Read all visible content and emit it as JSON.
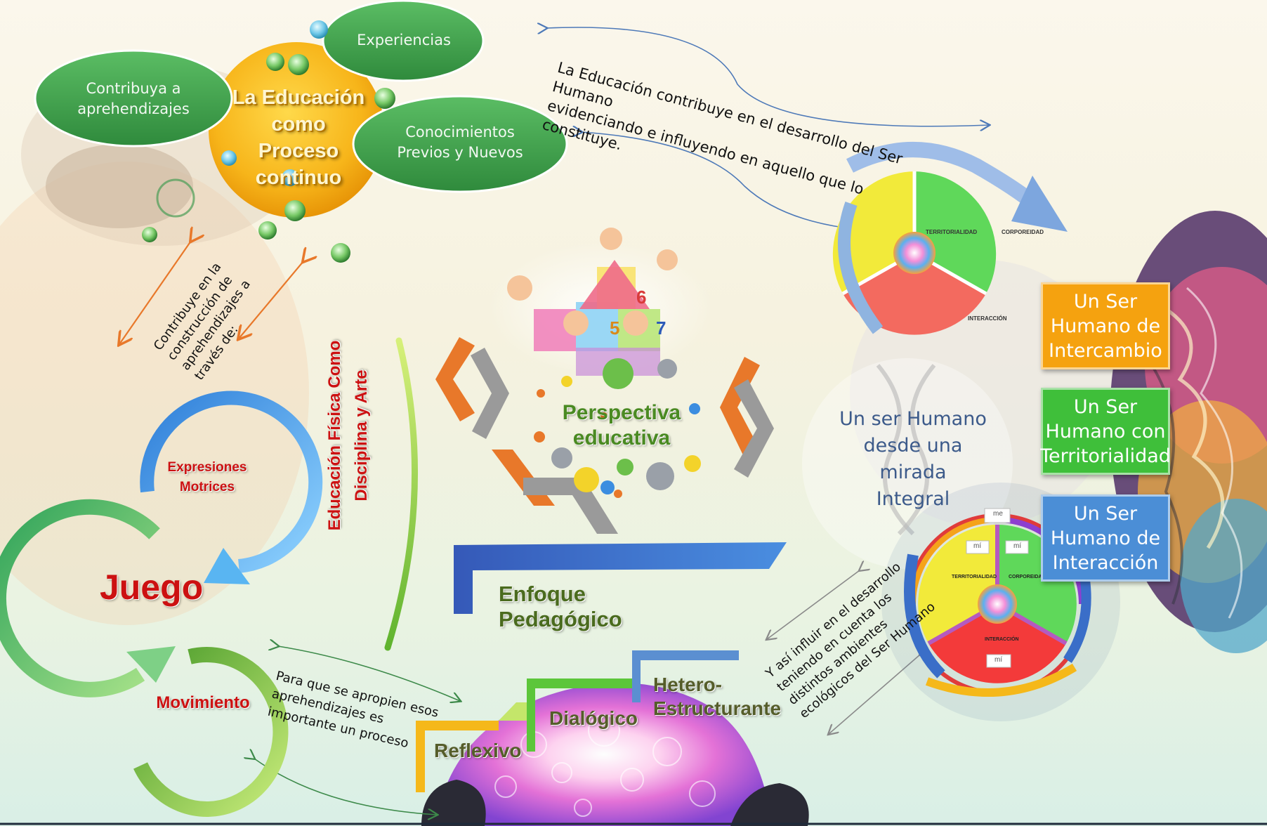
{
  "top_cluster": {
    "center": "La Educación\ncomo\nProceso\ncontinuo",
    "oval_experiencias": "Experiencias",
    "oval_contribuya": "Contribuya a\naprehendizajes",
    "oval_conocimientos": "Conocimientos\nPrevios y Nuevos"
  },
  "top_caption": "La Educación contribuye en el desarrollo del Ser Humano\nevidenciando e influyendo en aquello que lo constituye.",
  "left_caption": "Contribuye en la\nconstrucción de\naprehendizajes a\ntravés de:",
  "vertical_title": "Educación Física Como\nDisciplina y Arte",
  "cycle": {
    "expresiones": "Expresiones\nMotrices",
    "juego": "Juego",
    "movimiento": "Movimiento"
  },
  "bottom_caption": "Para que se apropien esos\naprehendizajes es\nimportante un proceso",
  "center": {
    "perspectiva": "Perspectiva\neducativa",
    "enfoque": "Enfoque Pedagógico",
    "block_numbers": [
      "6",
      "5",
      "7"
    ]
  },
  "steps": [
    "Reflexivo",
    "Dialógico",
    "Hetero-\nEstructurante"
  ],
  "right_caption": "Y así influir en el desarrollo\nteniendo en cuenta los\ndistintos ambientes\necológicos del Ser Humano",
  "integral_text": "Un ser Humano\ndesde una mirada\nIntegral",
  "wheel_top": {
    "segments": [
      "TERRITORIALIDAD",
      "CORPOREIDAD",
      "INTERACCIÓN"
    ]
  },
  "wheel_bottom": {
    "segments": [
      "TERRITORIALIDAD",
      "CORPOREIDAD",
      "INTERACCIÓN"
    ],
    "tags": [
      "me",
      "mí",
      "mí",
      "mí"
    ]
  },
  "boxes": [
    {
      "label": "Un Ser\nHumano de\nIntercambio",
      "color": "#f5a20f"
    },
    {
      "label": "Un Ser\nHumano con\nTerritorialidad",
      "color": "#3fbf3a"
    },
    {
      "label": "Un Ser\nHumano de\nInteracción",
      "color": "#4b8ed6"
    }
  ],
  "colors": {
    "green_oval": "#3d9c45",
    "orange": "#e8782a",
    "gray": "#9a9a9a",
    "blue_bar": "#3b6fc5",
    "dark_red": "#cc1111",
    "olive": "#4a6b1e"
  }
}
